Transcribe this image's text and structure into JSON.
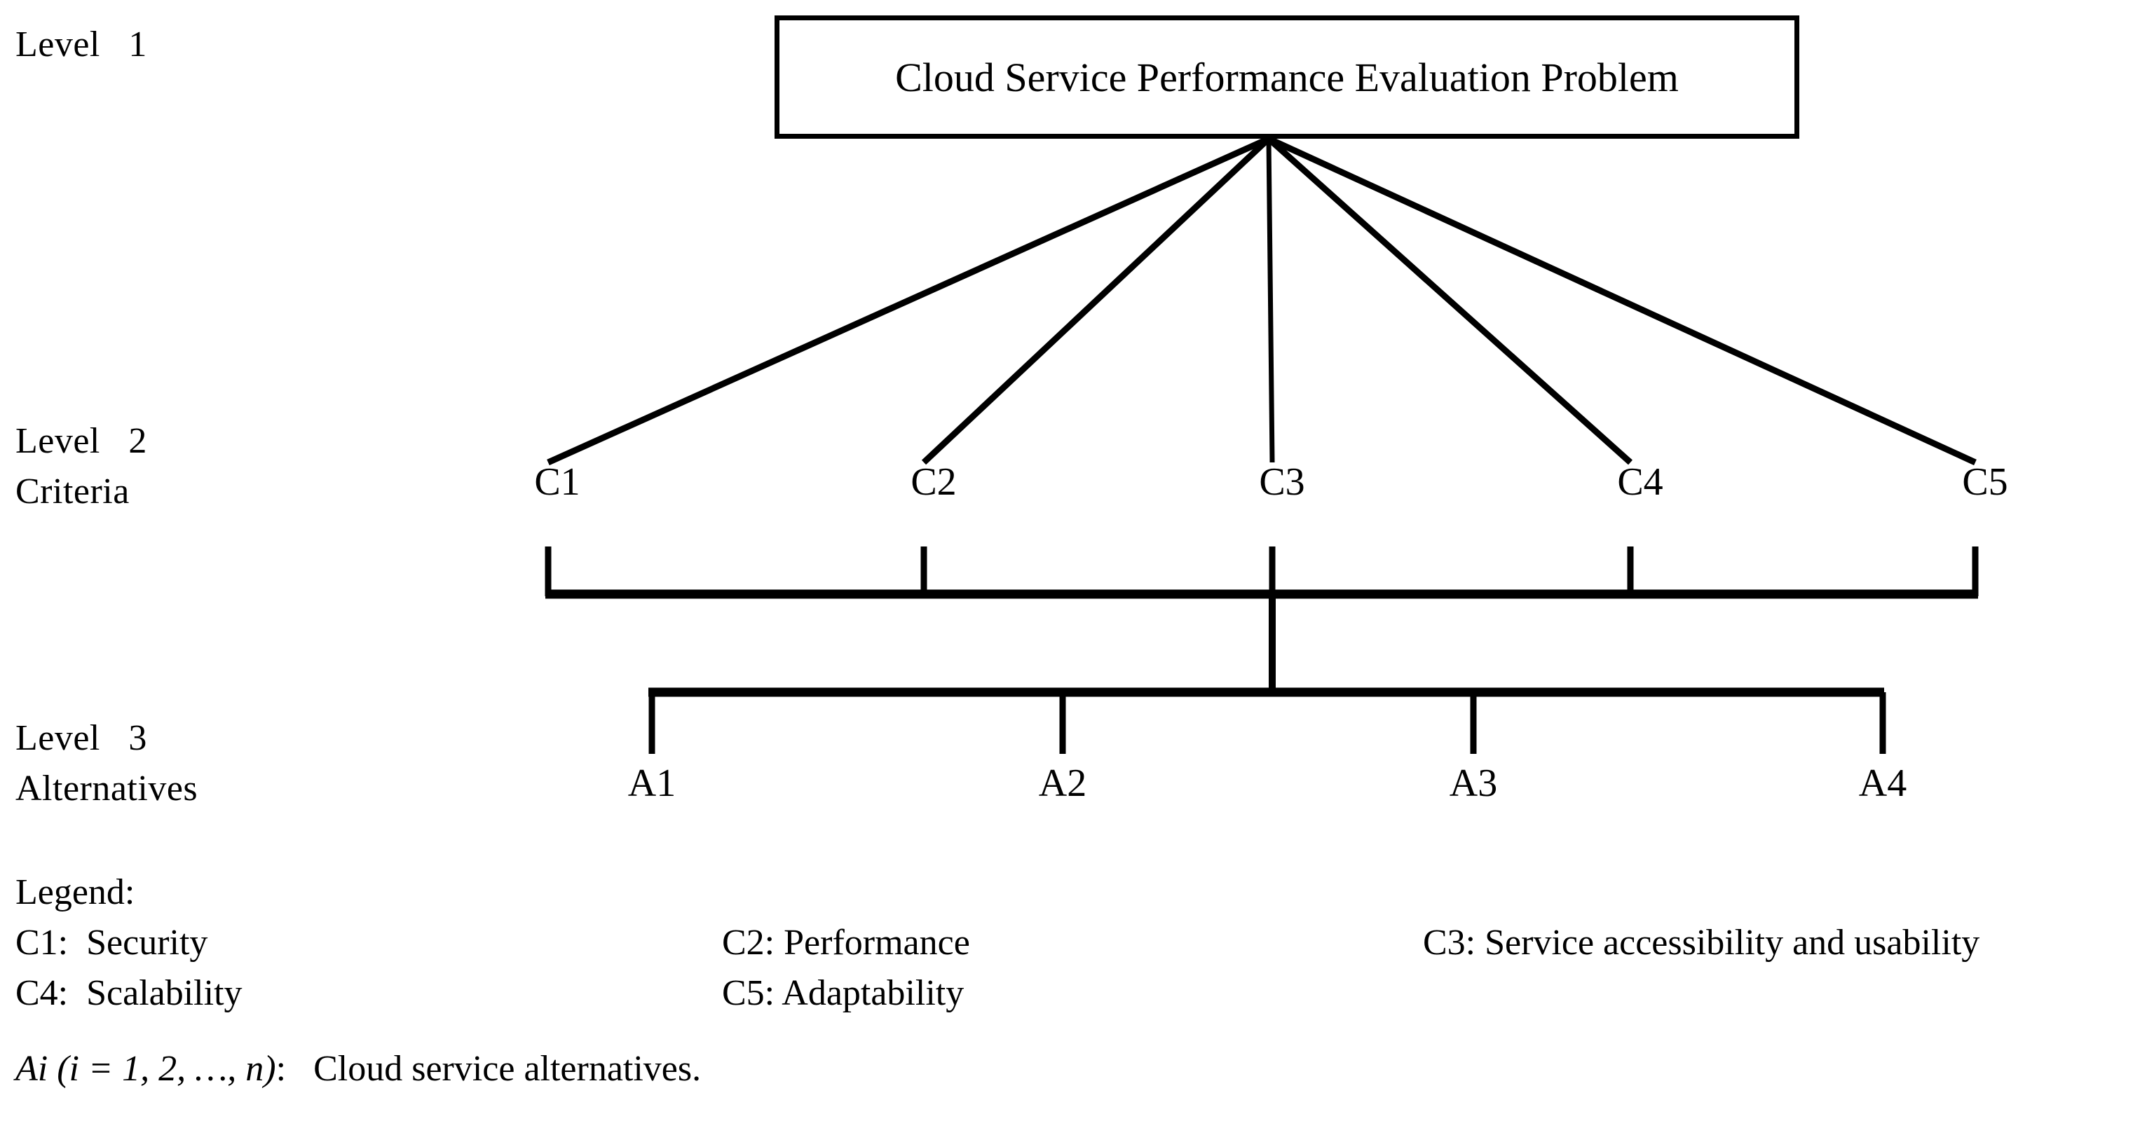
{
  "figure": {
    "type": "hierarchy-diagram",
    "root": {
      "label": "Cloud Service Performance Evaluation Problem"
    },
    "levels": [
      {
        "name": "Level   1",
        "sub": ""
      },
      {
        "name": "Level   2",
        "sub": "Criteria"
      },
      {
        "name": "Level   3",
        "sub": "Alternatives"
      }
    ],
    "criteria": [
      {
        "id": "C1",
        "label": "C1"
      },
      {
        "id": "C2",
        "label": "C2"
      },
      {
        "id": "C3",
        "label": "C3"
      },
      {
        "id": "C4",
        "label": "C4"
      },
      {
        "id": "C5",
        "label": "C5"
      }
    ],
    "alternatives": [
      {
        "id": "A1",
        "label": "A1"
      },
      {
        "id": "A2",
        "label": "A2"
      },
      {
        "id": "A3",
        "label": "A3"
      },
      {
        "id": "A4",
        "label": "A4"
      }
    ],
    "legend": {
      "heading": "Legend:",
      "entries": [
        {
          "key": "C1",
          "text": "C1:  Security"
        },
        {
          "key": "C2",
          "text": "C2: Performance"
        },
        {
          "key": "C3",
          "text": "C3: Service accessibility and usability"
        },
        {
          "key": "C4",
          "text": "C4:  Scalability"
        },
        {
          "key": "C5",
          "text": "C5: Adaptability"
        }
      ],
      "note": {
        "italic_part": "Ai",
        "italic_part2": "(i = 1, 2, …, n)",
        "roman_part": ":   Cloud service alternatives.",
        "full": "Ai (i = 1, 2, …, n):   Cloud service alternatives."
      }
    },
    "colors": {
      "line": "#000000",
      "background": "#ffffff",
      "text": "#000000"
    }
  }
}
